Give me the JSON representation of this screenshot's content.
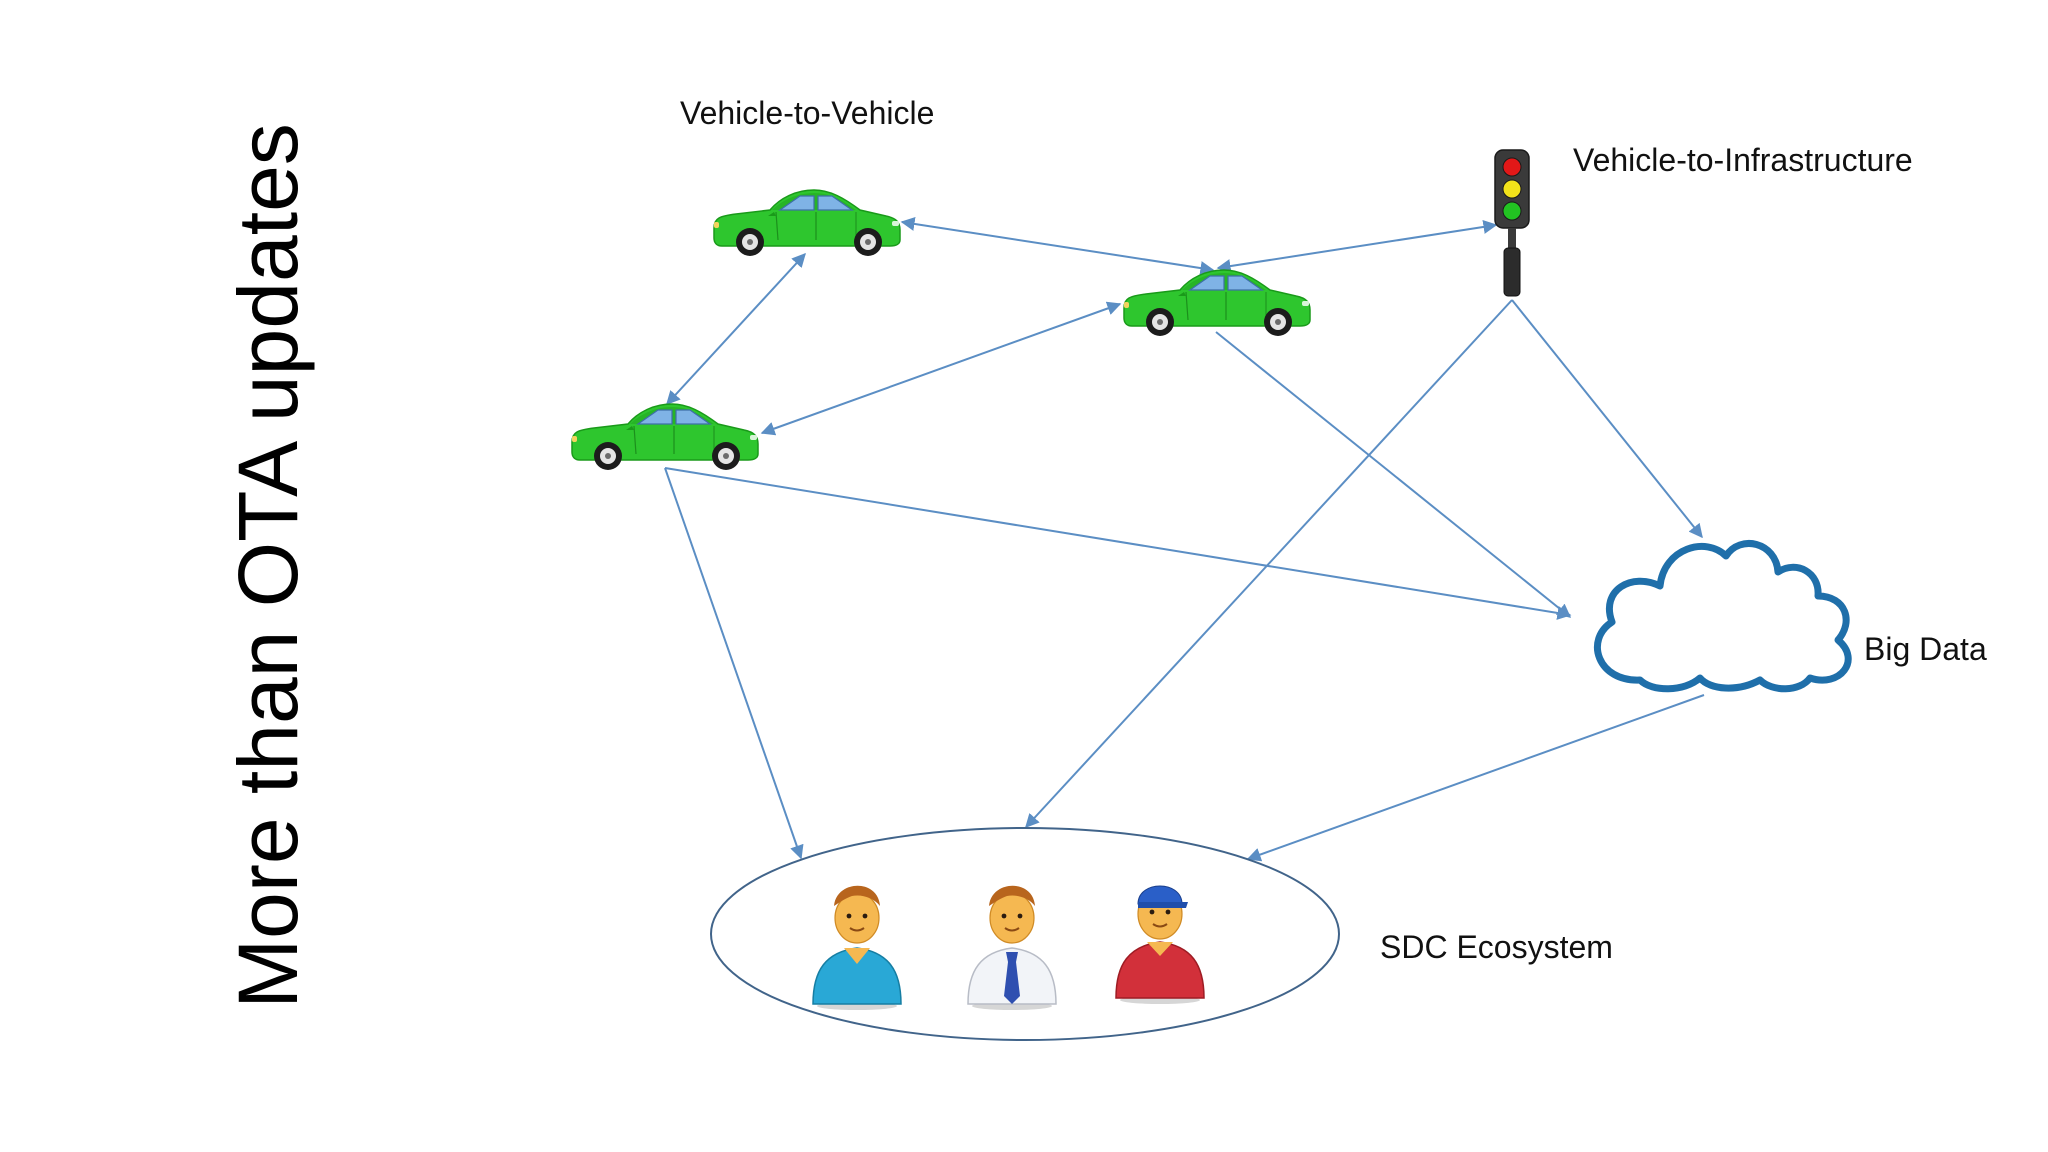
{
  "slide": {
    "title": "More than OTA updates"
  },
  "labels": {
    "v2v": "Vehicle-to-Vehicle",
    "v2i": "Vehicle-to-Infrastructure",
    "big_data": "Big Data",
    "ecosystem": "SDC Ecosystem"
  },
  "icons": {
    "car": "car-icon",
    "traffic_light": "traffic-light-icon",
    "cloud": "cloud-icon",
    "person": "person-icon"
  },
  "colors": {
    "car_body": "#2ec62e",
    "arrow": "#5b8ec4",
    "cloud_outline": "#1f6faa",
    "ellipse_outline": "#41648a",
    "light_red": "#e21818",
    "light_yellow": "#f2e21a",
    "light_green": "#22c322"
  }
}
